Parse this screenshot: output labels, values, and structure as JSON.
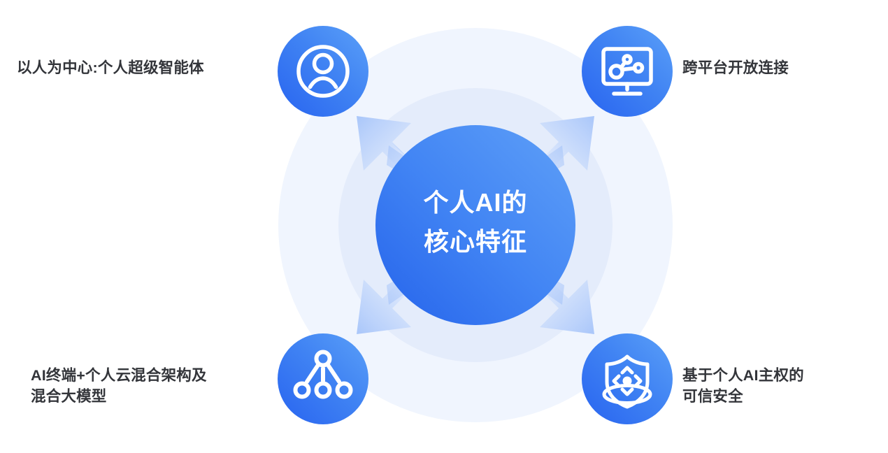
{
  "diagram": {
    "type": "radial-hub-and-spoke",
    "center": {
      "title_line1": "个人AI的",
      "title_line2": "核心特征",
      "title": "个人AI的\n核心特征",
      "fill_from": "#5b9bf5",
      "fill_to": "#2563eb",
      "text_color": "#ffffff"
    },
    "halo": {
      "outer_color": "#f0f5fe",
      "inner_color": "#e3ecfb"
    },
    "arrows": {
      "color_tip": "#a9c6fa",
      "color_base": "#eef3fd",
      "count": 4,
      "directions": [
        "up-left",
        "up-right",
        "down-left",
        "down-right"
      ]
    },
    "nodes": [
      {
        "id": "human-centric",
        "label": "以人为中心:个人超级智能体",
        "icon": "user-icon",
        "position": "top-left",
        "label_side": "left",
        "circle_from": "#4f8ff5",
        "circle_to": "#2f6ff0"
      },
      {
        "id": "cross-platform",
        "label": "跨平台开放连接",
        "icon": "monitor-network-icon",
        "position": "top-right",
        "label_side": "right",
        "circle_from": "#4f8ff5",
        "circle_to": "#2f6ff0"
      },
      {
        "id": "hybrid-architecture",
        "label": "AI终端+个人云混合架构及\n混合大模型",
        "icon": "hierarchy-icon",
        "position": "bottom-left",
        "label_side": "left",
        "circle_from": "#4f8ff5",
        "circle_to": "#2f6ff0"
      },
      {
        "id": "trusted-security",
        "label": "基于个人AI主权的\n可信安全",
        "icon": "shield-icon",
        "position": "bottom-right",
        "label_side": "right",
        "circle_from": "#4f8ff5",
        "circle_to": "#2f6ff0"
      }
    ],
    "colors": {
      "background": "#ffffff",
      "label_text": "#33353a",
      "accent": "#2f6ff0",
      "accent_light": "#5b9bf5"
    }
  }
}
